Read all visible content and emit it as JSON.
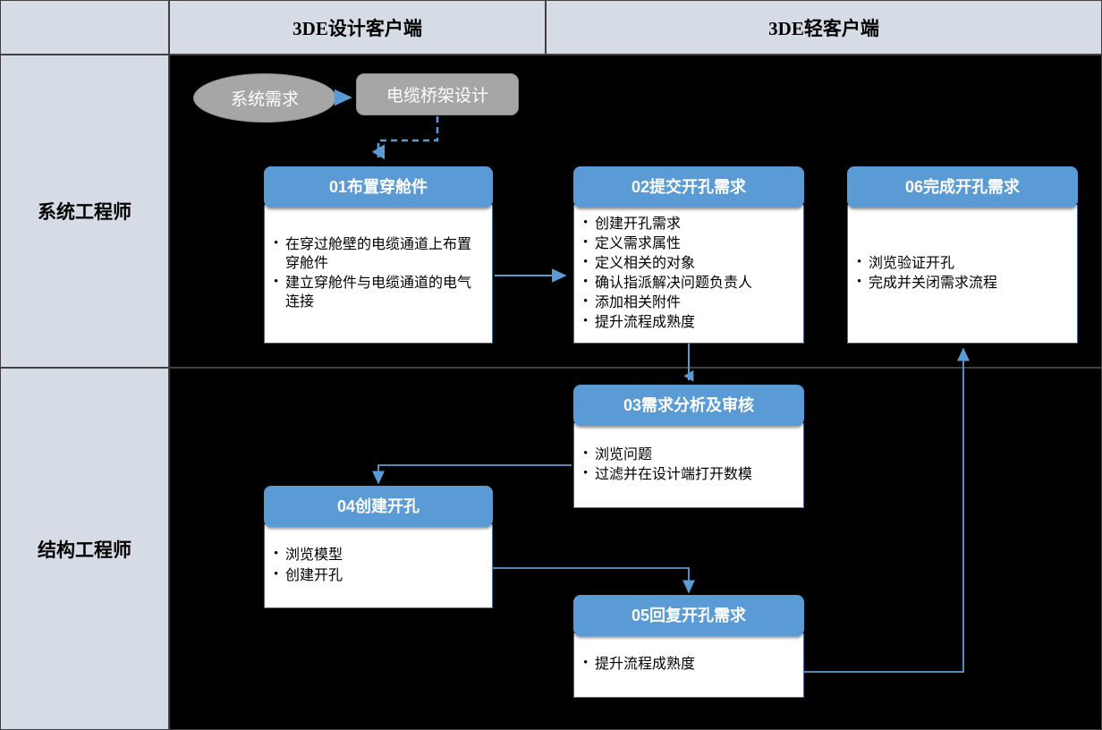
{
  "diagram": {
    "title_columns": [
      {
        "label": "3DE设计客户端"
      },
      {
        "label": "3DE轻客户端"
      }
    ],
    "lanes": [
      {
        "label": "系统工程师"
      },
      {
        "label": "结构工程师"
      }
    ],
    "start_nodes": [
      {
        "id": "system-requirement",
        "label": "系统需求",
        "shape": "ellipse"
      },
      {
        "id": "cable-tray-design",
        "label": "电缆桥架设计",
        "shape": "rounded-rect"
      }
    ],
    "cards": [
      {
        "id": "step-01",
        "title": "01布置穿舱件",
        "items": [
          "在穿过舱壁的电缆通道上布置穿舱件",
          "建立穿舱件与电缆通道的电气连接"
        ]
      },
      {
        "id": "step-02",
        "title": "02提交开孔需求",
        "items": [
          "创建开孔需求",
          "定义需求属性",
          "定义相关的对象",
          "确认指派解决问题负责人",
          "添加相关附件",
          "提升流程成熟度"
        ]
      },
      {
        "id": "step-06",
        "title": "06完成开孔需求",
        "items": [
          "浏览验证开孔",
          "完成并关闭需求流程"
        ]
      },
      {
        "id": "step-03",
        "title": "03需求分析及审核",
        "items": [
          "浏览问题",
          "过滤并在设计端打开数模"
        ]
      },
      {
        "id": "step-04",
        "title": "04创建开孔",
        "items": [
          "浏览模型",
          "创建开孔"
        ]
      },
      {
        "id": "step-05",
        "title": "05回复开孔需求",
        "items": [
          "提升流程成熟度"
        ]
      }
    ],
    "connectors": [
      {
        "id": "conn-system-requirement-to-cable-tray",
        "style": "dashed",
        "from": "system-requirement",
        "to": "cable-tray-design"
      },
      {
        "id": "conn-cable-tray-to-step-01",
        "style": "dashed",
        "from": "cable-tray-design",
        "to": "step-01"
      },
      {
        "id": "conn-step-01-to-step-02",
        "style": "solid",
        "from": "step-01",
        "to": "step-02"
      },
      {
        "id": "conn-step-02-to-step-03",
        "style": "solid",
        "from": "step-02",
        "to": "step-03"
      },
      {
        "id": "conn-step-03-to-step-04",
        "style": "solid",
        "from": "step-03",
        "to": "step-04"
      },
      {
        "id": "conn-step-04-to-step-05",
        "style": "solid",
        "from": "step-04",
        "to": "step-05"
      },
      {
        "id": "conn-step-05-to-step-06",
        "style": "solid",
        "from": "step-05",
        "to": "step-06"
      }
    ],
    "colors": {
      "header_fill": "#D6DCE5",
      "header_border": "#404040",
      "canvas_background": "#000000",
      "card_title_fill": "#5B9BD5",
      "card_body_fill": "#FFFFFF",
      "card_border": "#41719C",
      "start_node_fill": "#A6A6A6",
      "connector": "#5B9BD5"
    }
  }
}
